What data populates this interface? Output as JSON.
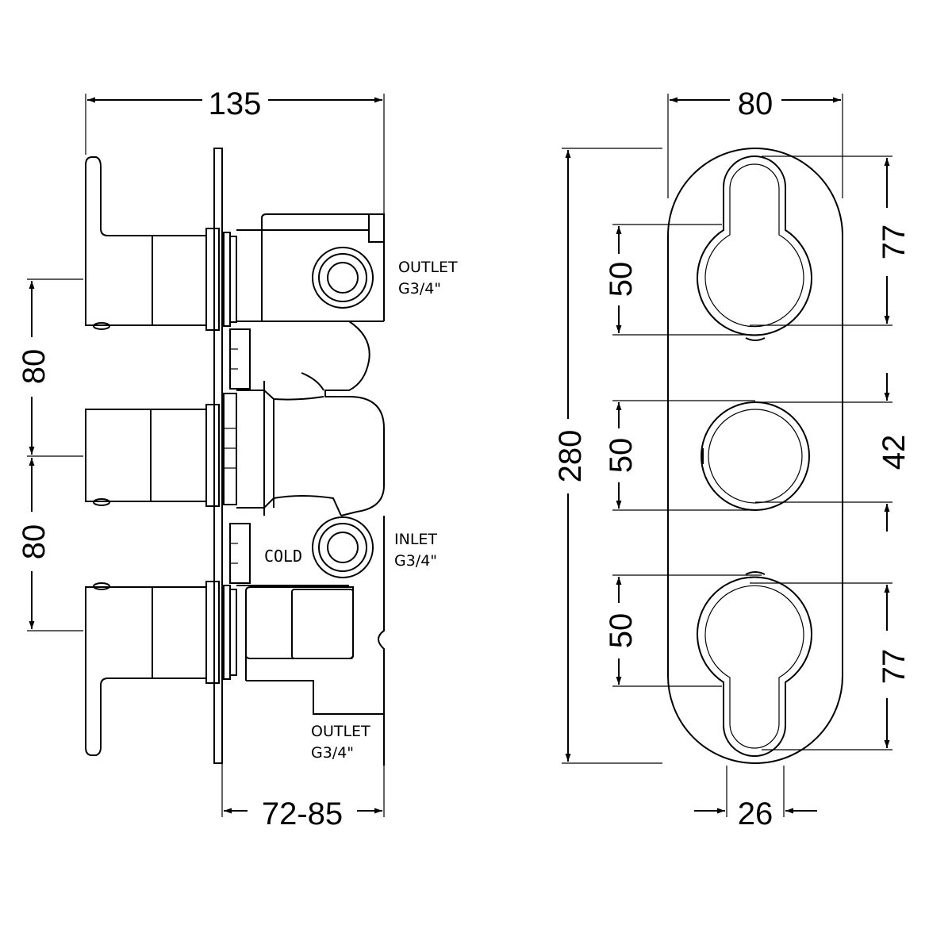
{
  "side_view": {
    "width_dim": "135",
    "spacing_dims": [
      "80",
      "80"
    ],
    "depth_dim": "72-85",
    "labels": {
      "outlet_top": "OUTLET",
      "outlet_top_size": "G3/4\"",
      "inlet": "INLET",
      "inlet_size": "G3/4\"",
      "outlet_bottom": "OUTLET",
      "outlet_bottom_size": "G3/4\"",
      "cold": "COLD"
    }
  },
  "front_view": {
    "width_dim": "80",
    "height_dim": "280",
    "left_dims": [
      "50",
      "50",
      "50"
    ],
    "right_dims": [
      "77",
      "42",
      "77"
    ],
    "bottom_dim": "26"
  }
}
